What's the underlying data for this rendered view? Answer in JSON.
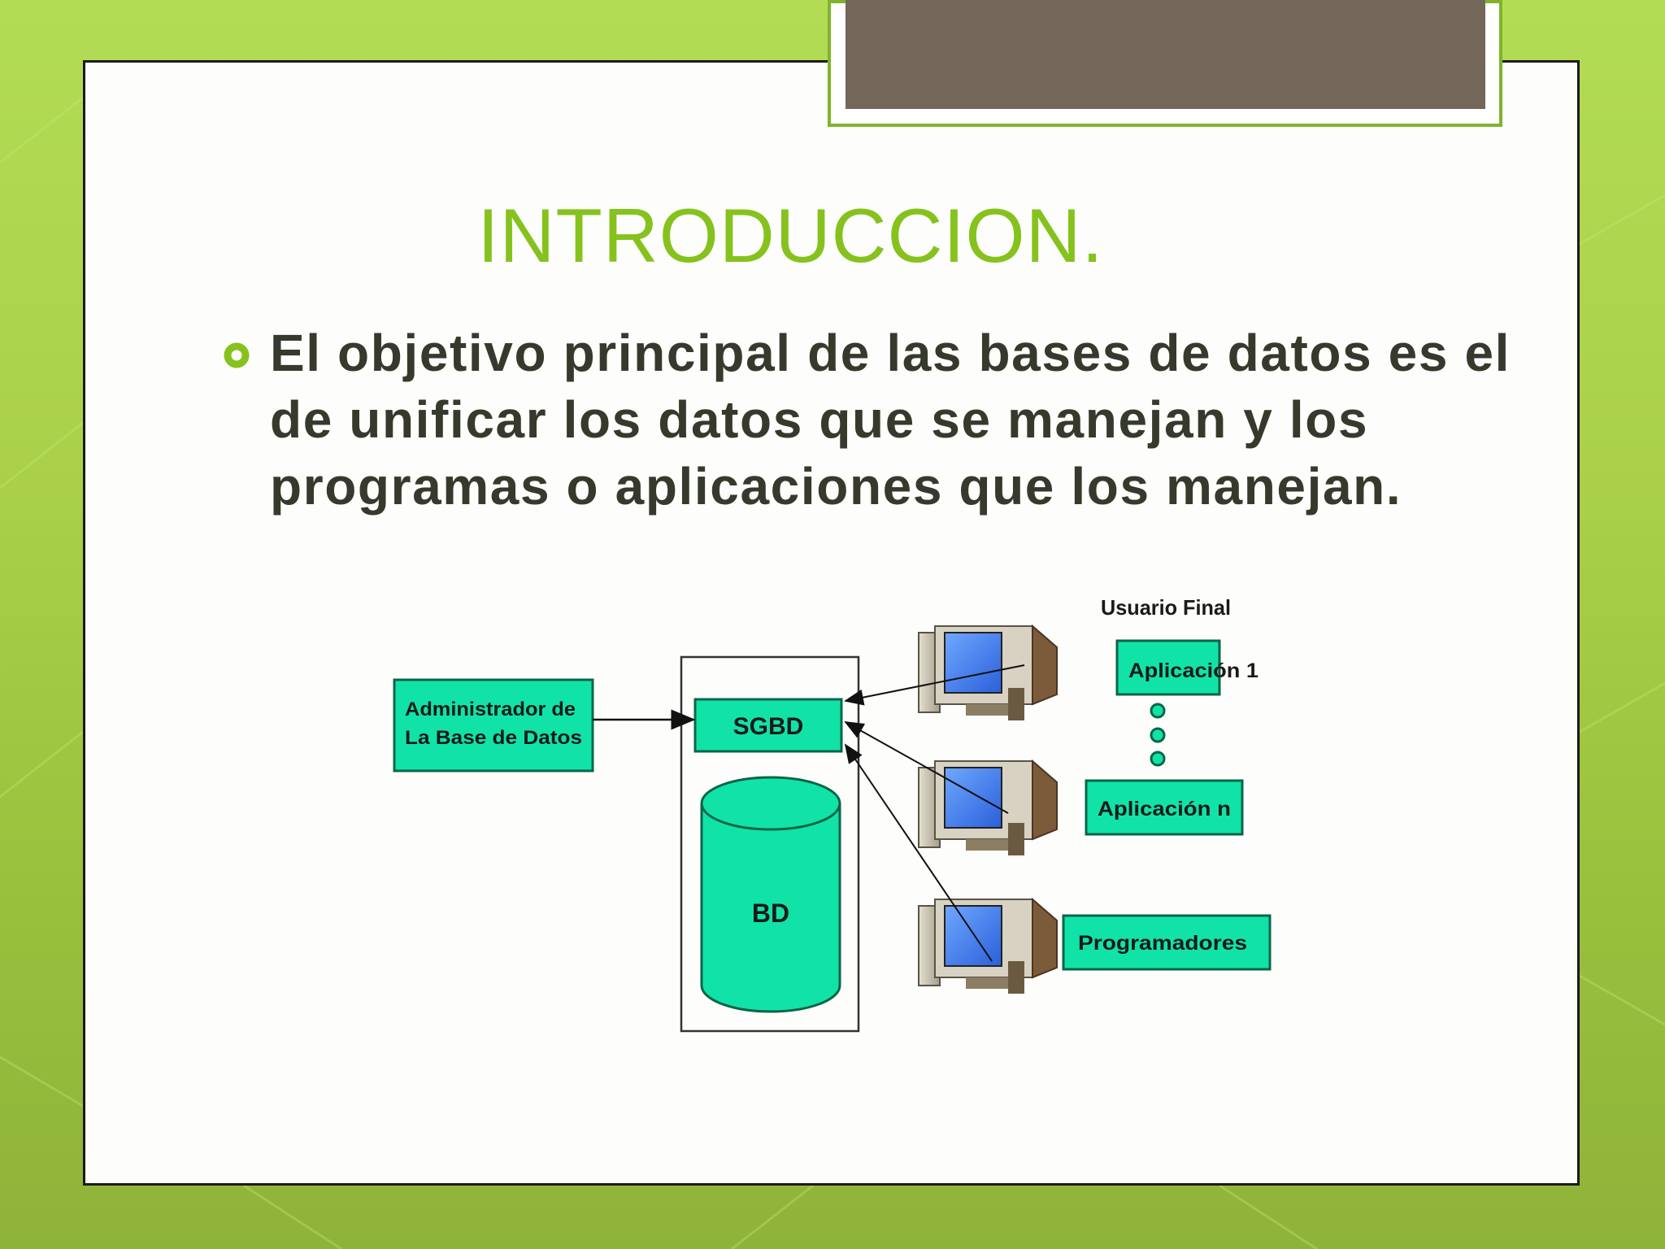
{
  "slide": {
    "title": "INTRODUCCION.",
    "bullet_text": "El objetivo principal de las bases de datos es el de unificar los datos que se manejan y los programas o aplicaciones que los manejan.",
    "accent_color": "#86c21d",
    "background_color": "#a9d048",
    "tab_color": "#73675a"
  },
  "diagram": {
    "admin_line1": "Administrador de",
    "admin_line2": "La Base de Datos",
    "sgbd": "SGBD",
    "bd": "BD",
    "usuario_final": "Usuario Final",
    "app1": "Aplicación 1",
    "appn": "Aplicación n",
    "programadores": "Programadores",
    "box_color": "#11e3a8"
  },
  "icons": {
    "bullet": "ring-bullet-icon",
    "computer": "computer-icon",
    "database": "database-cylinder-icon"
  }
}
